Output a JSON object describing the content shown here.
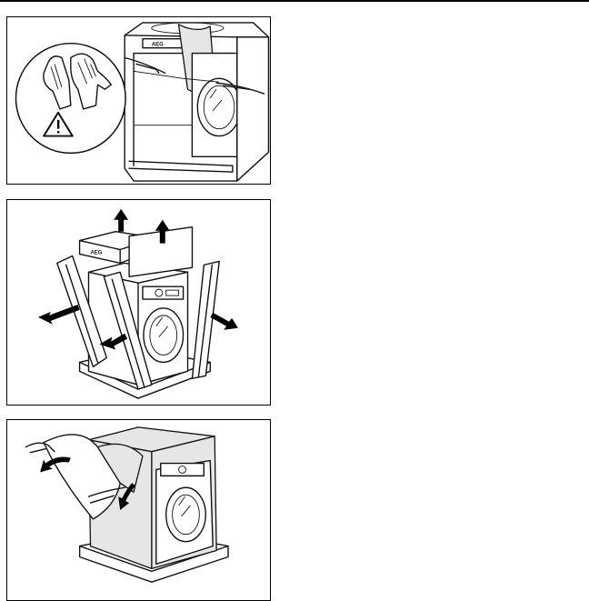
{
  "page": {
    "figures": [
      {
        "id": "figure-1"
      },
      {
        "id": "figure-2"
      },
      {
        "id": "figure-3"
      }
    ]
  },
  "icons": {
    "warning": "warning-triangle-icon",
    "gloves": "protective-gloves-icon",
    "arrow": "arrow-icon"
  },
  "colors": {
    "ink": "#000000",
    "paper": "#ffffff"
  }
}
